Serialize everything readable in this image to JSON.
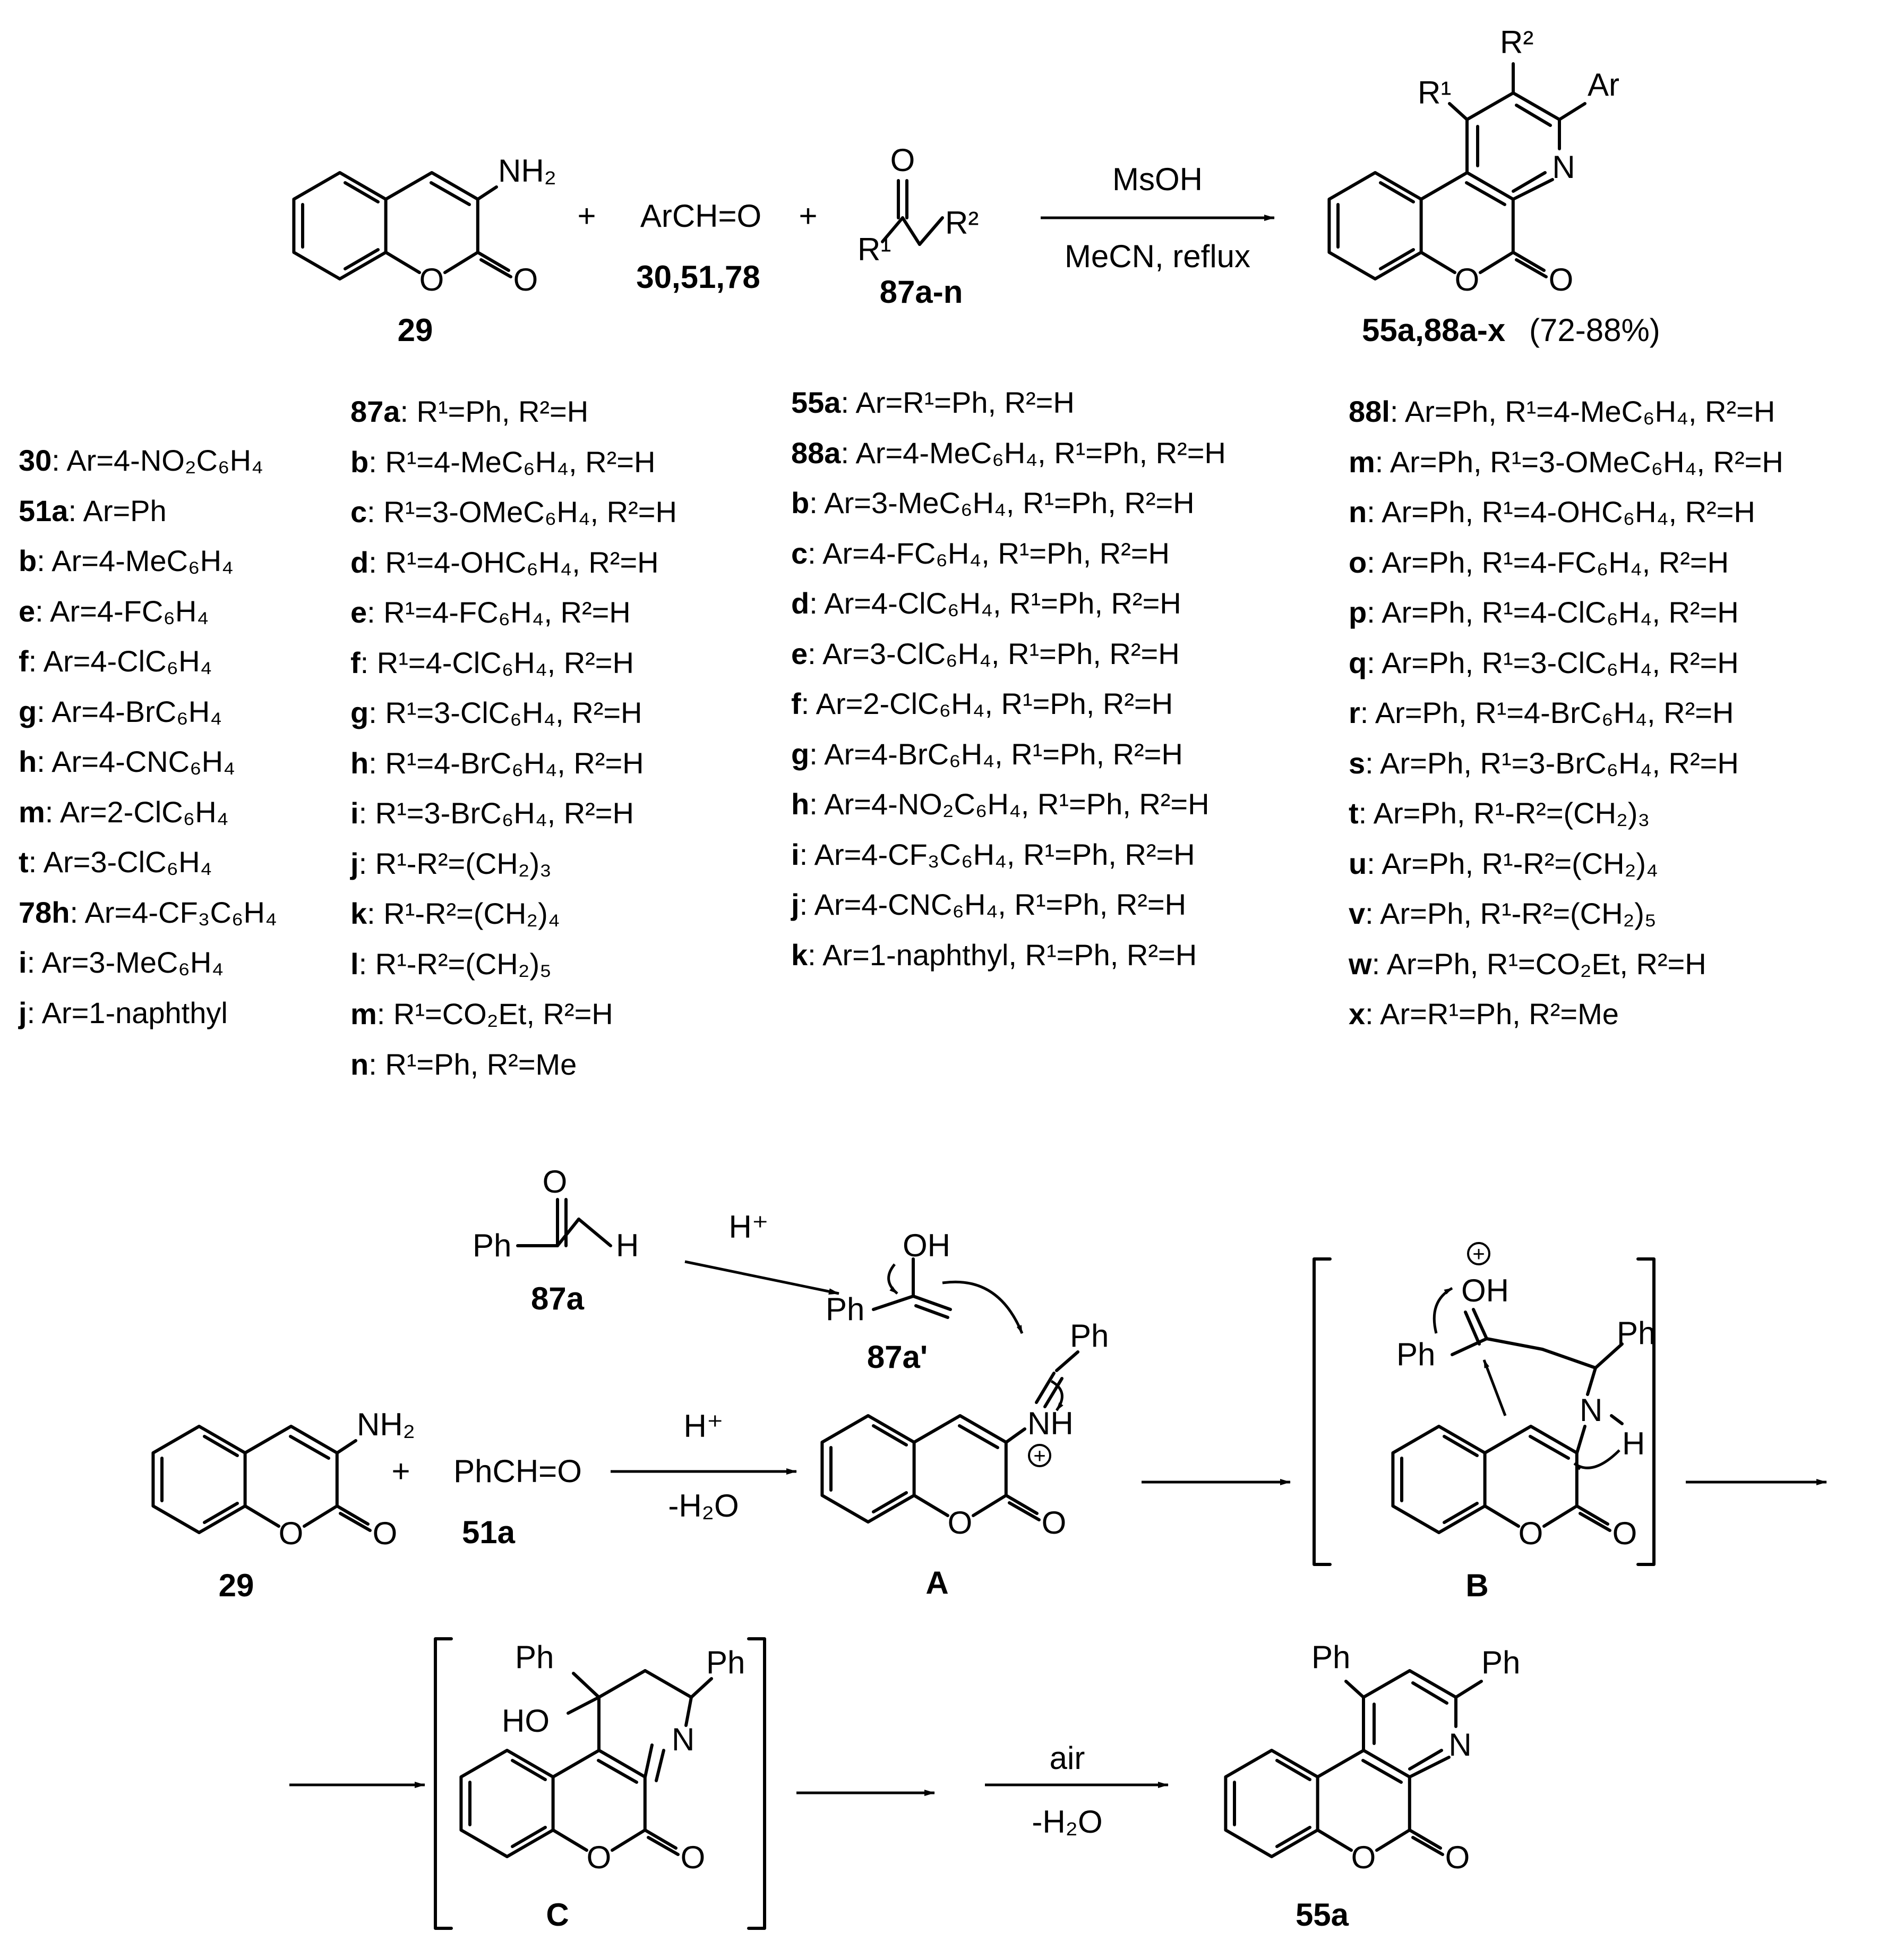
{
  "top_scheme": {
    "reactant_29": "29",
    "aldehyde": "ArCH=O",
    "aldehyde_ids": "30,51,78",
    "ketone_ids": "87a-n",
    "catalyst": "MsOH",
    "conditions": "MeCN, reflux",
    "product_ids": "55a,88a-x",
    "yield": "(72-88%)",
    "plus": "+"
  },
  "table_ar": [
    {
      "id": "30",
      "text": ": Ar=4-NO₂C₆H₄"
    },
    {
      "id": "51a",
      "text": ": Ar=Ph"
    },
    {
      "id": "b",
      "text": ": Ar=4-MeC₆H₄"
    },
    {
      "id": "e",
      "text": ": Ar=4-FC₆H₄"
    },
    {
      "id": "f",
      "text": ": Ar=4-ClC₆H₄"
    },
    {
      "id": "g",
      "text": ": Ar=4-BrC₆H₄"
    },
    {
      "id": "h",
      "text": ": Ar=4-CNC₆H₄"
    },
    {
      "id": "m",
      "text": ": Ar=2-ClC₆H₄"
    },
    {
      "id": "t",
      "text": ": Ar=3-ClC₆H₄"
    },
    {
      "id": "78h",
      "text": ": Ar=4-CF₃C₆H₄"
    },
    {
      "id": "i",
      "text": ": Ar=3-MeC₆H₄"
    },
    {
      "id": "j",
      "text": ": Ar=1-naphthyl"
    }
  ],
  "table_ketone": [
    {
      "id": "87a",
      "text": ": R¹=Ph, R²=H"
    },
    {
      "id": "b",
      "text": ": R¹=4-MeC₆H₄, R²=H"
    },
    {
      "id": "c",
      "text": ": R¹=3-OMeC₆H₄, R²=H"
    },
    {
      "id": "d",
      "text": ": R¹=4-OHC₆H₄, R²=H"
    },
    {
      "id": "e",
      "text": ": R¹=4-FC₆H₄, R²=H"
    },
    {
      "id": "f",
      "text": ": R¹=4-ClC₆H₄, R²=H"
    },
    {
      "id": "g",
      "text": ": R¹=3-ClC₆H₄, R²=H"
    },
    {
      "id": "h",
      "text": ": R¹=4-BrC₆H₄, R²=H"
    },
    {
      "id": "i",
      "text": ": R¹=3-BrC₆H₄, R²=H"
    },
    {
      "id": "j",
      "text": ": R¹-R²=(CH₂)₃"
    },
    {
      "id": "k",
      "text": ": R¹-R²=(CH₂)₄"
    },
    {
      "id": "l",
      "text": ": R¹-R²=(CH₂)₅"
    },
    {
      "id": "m",
      "text": ": R¹=CO₂Et, R²=H"
    },
    {
      "id": "n",
      "text": ": R¹=Ph, R²=Me"
    }
  ],
  "table_product_1": [
    {
      "id": "55a",
      "text": ": Ar=R¹=Ph, R²=H"
    },
    {
      "id": "88a",
      "text": ": Ar=4-MeC₆H₄, R¹=Ph, R²=H"
    },
    {
      "id": "b",
      "text": ": Ar=3-MeC₆H₄, R¹=Ph, R²=H"
    },
    {
      "id": "c",
      "text": ": Ar=4-FC₆H₄, R¹=Ph, R²=H"
    },
    {
      "id": "d",
      "text": ": Ar=4-ClC₆H₄, R¹=Ph, R²=H"
    },
    {
      "id": "e",
      "text": ": Ar=3-ClC₆H₄, R¹=Ph, R²=H"
    },
    {
      "id": "f",
      "text": ": Ar=2-ClC₆H₄, R¹=Ph, R²=H"
    },
    {
      "id": "g",
      "text": ": Ar=4-BrC₆H₄, R¹=Ph, R²=H"
    },
    {
      "id": "h",
      "text": ": Ar=4-NO₂C₆H₄, R¹=Ph, R²=H"
    },
    {
      "id": "i",
      "text": ": Ar=4-CF₃C₆H₄, R¹=Ph, R²=H"
    },
    {
      "id": "j",
      "text": ": Ar=4-CNC₆H₄, R¹=Ph, R²=H"
    },
    {
      "id": "k",
      "text": ": Ar=1-naphthyl, R¹=Ph, R²=H"
    }
  ],
  "table_product_2": [
    {
      "id": "88l",
      "text": ": Ar=Ph, R¹=4-MeC₆H₄, R²=H"
    },
    {
      "id": "m",
      "text": ": Ar=Ph, R¹=3-OMeC₆H₄, R²=H"
    },
    {
      "id": "n",
      "text": ": Ar=Ph, R¹=4-OHC₆H₄, R²=H"
    },
    {
      "id": "o",
      "text": ": Ar=Ph, R¹=4-FC₆H₄, R²=H"
    },
    {
      "id": "p",
      "text": ": Ar=Ph, R¹=4-ClC₆H₄, R²=H"
    },
    {
      "id": "q",
      "text": ": Ar=Ph, R¹=3-ClC₆H₄, R²=H"
    },
    {
      "id": "r",
      "text": ": Ar=Ph, R¹=4-BrC₆H₄, R²=H"
    },
    {
      "id": "s",
      "text": ": Ar=Ph, R¹=3-BrC₆H₄, R²=H"
    },
    {
      "id": "t",
      "text": ": Ar=Ph, R¹-R²=(CH₂)₃"
    },
    {
      "id": "u",
      "text": ": Ar=Ph, R¹-R²=(CH₂)₄"
    },
    {
      "id": "v",
      "text": ": Ar=Ph, R¹-R²=(CH₂)₅"
    },
    {
      "id": "w",
      "text": ": Ar=Ph, R¹=CO₂Et, R²=H"
    },
    {
      "id": "x",
      "text": ": Ar=R¹=Ph, R²=Me"
    }
  ],
  "mechanism": {
    "ketone_label": "87a",
    "enol_label": "87a'",
    "acid": "H⁺",
    "aldehyde": "PhCH=O",
    "aldehyde_label": "51a",
    "amine_label": "29",
    "dehydration": "-H₂O",
    "intermediate_a": "A",
    "intermediate_b": "B",
    "intermediate_c": "C",
    "oxidant": "air",
    "product_label": "55a",
    "plus": "+"
  },
  "atoms": {
    "o": "O",
    "n": "N",
    "nh2": "NH₂",
    "nh": "NH",
    "h": "H",
    "oh": "OH",
    "ho": "HO",
    "ph": "Ph",
    "ar": "Ar",
    "r1": "R¹",
    "r2": "R²",
    "plus_charge": "+"
  }
}
